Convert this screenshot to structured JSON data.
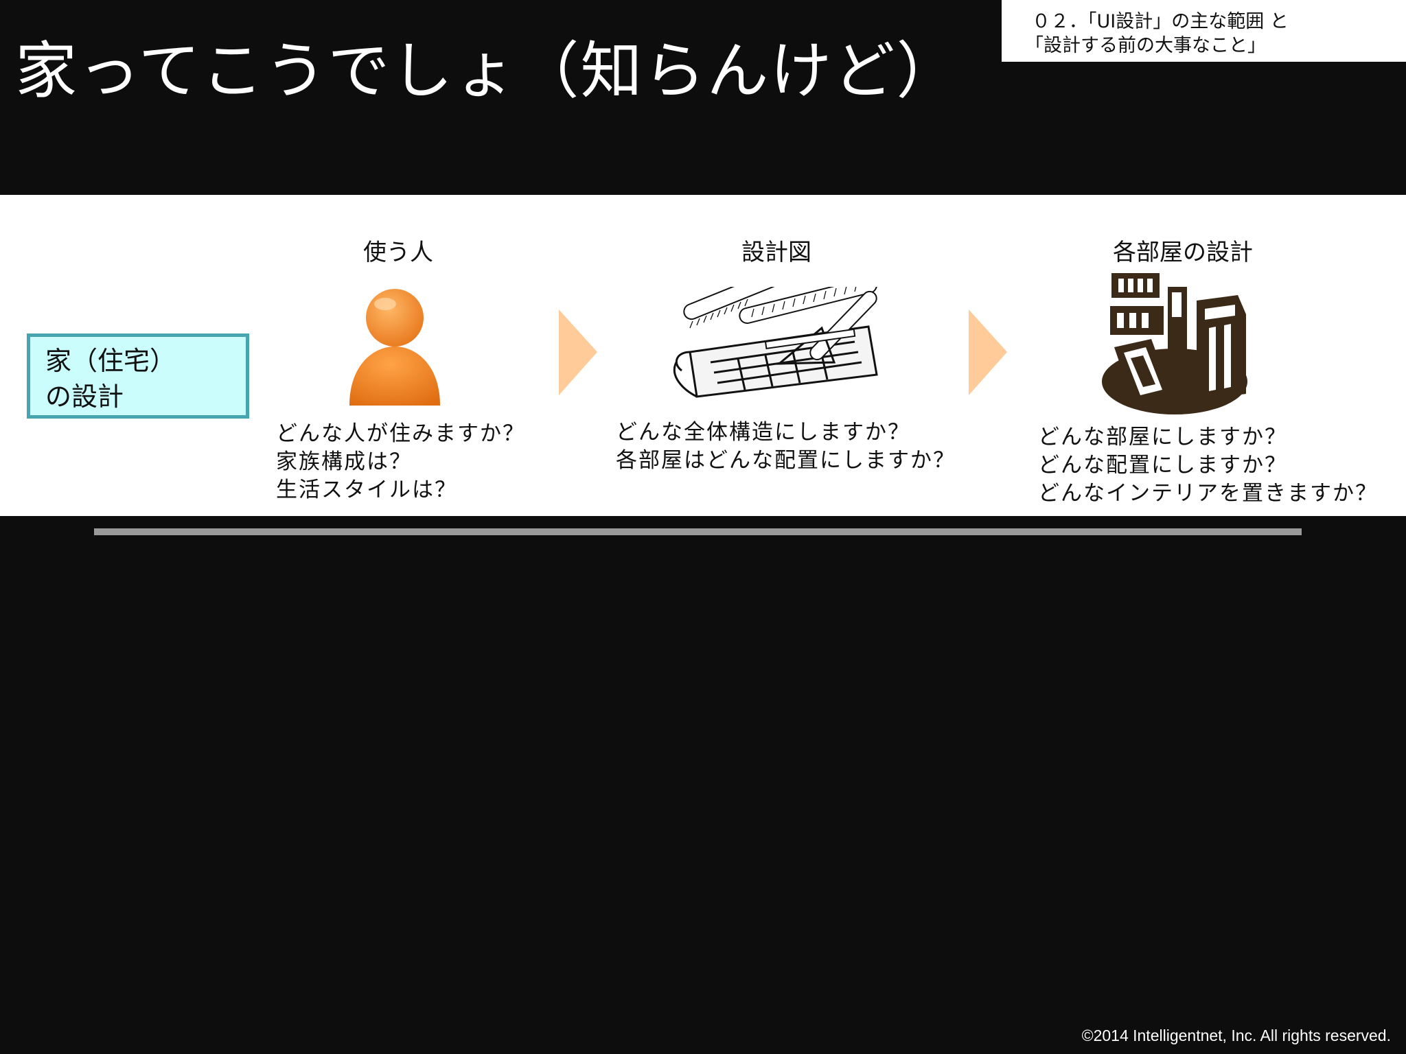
{
  "slide": {
    "title": "家ってこうでしょ（知らんけど）",
    "section_label": {
      "line1": "０２．「UI設計」の主な範囲 と",
      "line2": "「設計する前の大事なこと」"
    }
  },
  "house_box": {
    "line1": "家（住宅）",
    "line2": "の設計"
  },
  "steps": [
    {
      "heading": "使う人",
      "icon": "person-icon",
      "questions": [
        "どんな人が住みますか？",
        "家族構成は？",
        "生活スタイルは？"
      ]
    },
    {
      "heading": "設計図",
      "icon": "blueprint-icon",
      "questions": [
        "どんな全体構造にしますか？",
        "各部屋はどんな配置にしますか？"
      ]
    },
    {
      "heading": "各部屋の設計",
      "icon": "kitchen-room-icon",
      "questions": [
        "どんな部屋にしますか？",
        "どんな配置にしますか？",
        "どんなインテリアを置きますか？"
      ]
    }
  ],
  "colors": {
    "background": "#0e0d0e",
    "band": "#ffffff",
    "house_box_fill": "#ccfdfd",
    "house_box_border": "#46a5ae",
    "arrow": "#ffcc99",
    "person": "#f08a24",
    "room_icon": "#3a2a17",
    "divider": "#999999"
  },
  "footer": {
    "copyright": "©2014 Intelligentnet, Inc. All rights reserved."
  }
}
